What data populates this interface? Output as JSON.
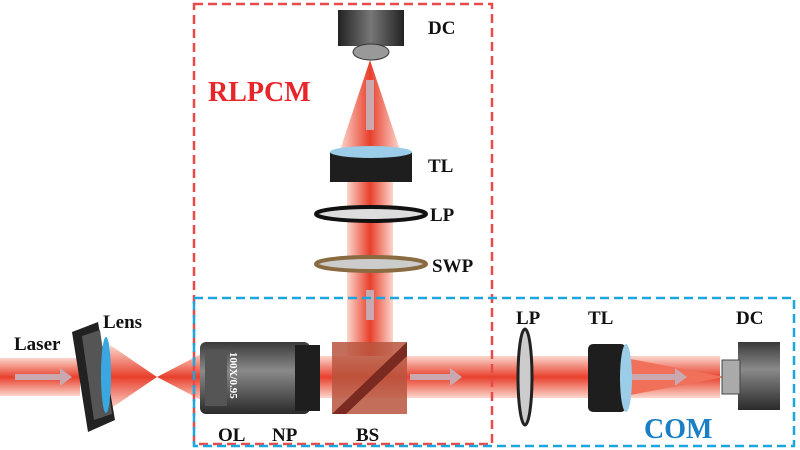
{
  "colors": {
    "beam": "#e8402c",
    "rlpcm": "#e8252a",
    "com": "#1a7fc4",
    "box_red": "#e84a4a",
    "box_blue": "#1aa6e0"
  },
  "labels": {
    "laser": "Laser",
    "lens": "Lens",
    "objective_marking": "100X/0.95",
    "ol": "OL",
    "np": "NP",
    "bs": "BS",
    "rlpcm": "RLPCM",
    "com": "COM",
    "top_dc": "DC",
    "top_tl": "TL",
    "top_lp": "LP",
    "top_swp": "SWP",
    "right_lp": "LP",
    "right_tl": "TL",
    "right_dc": "DC"
  }
}
